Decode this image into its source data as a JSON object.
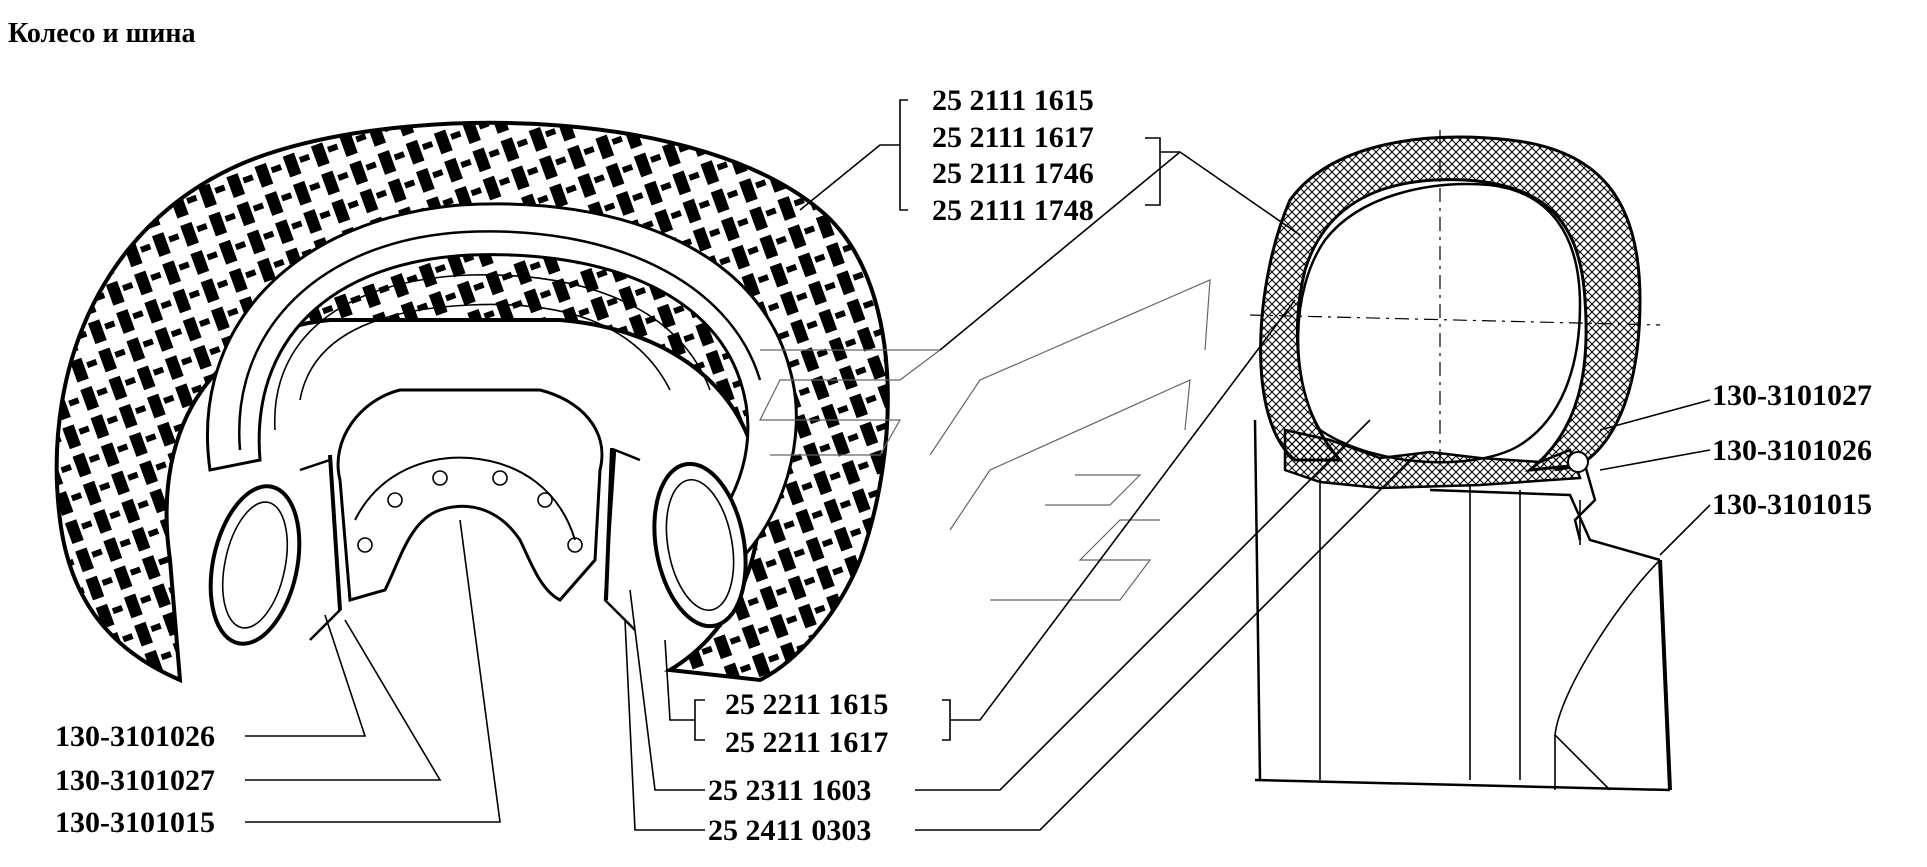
{
  "title": "Колесо и шина",
  "parts": {
    "tire_top_1": "25 2111 1615",
    "tire_top_2": "25 2111 1617",
    "tire_top_3": "25 2111 1746",
    "tire_top_4": "25 2111 1748",
    "tube_1": "25 2211 1615",
    "tube_2": "25 2211 1617",
    "flap": "25 2311 1603",
    "valve": "25 2411 0303",
    "left_1": "130-3101026",
    "left_2": "130-3101027",
    "left_3": "130-3101015",
    "right_1": "130-3101027",
    "right_2": "130-3101026",
    "right_3": "130-3101015"
  }
}
